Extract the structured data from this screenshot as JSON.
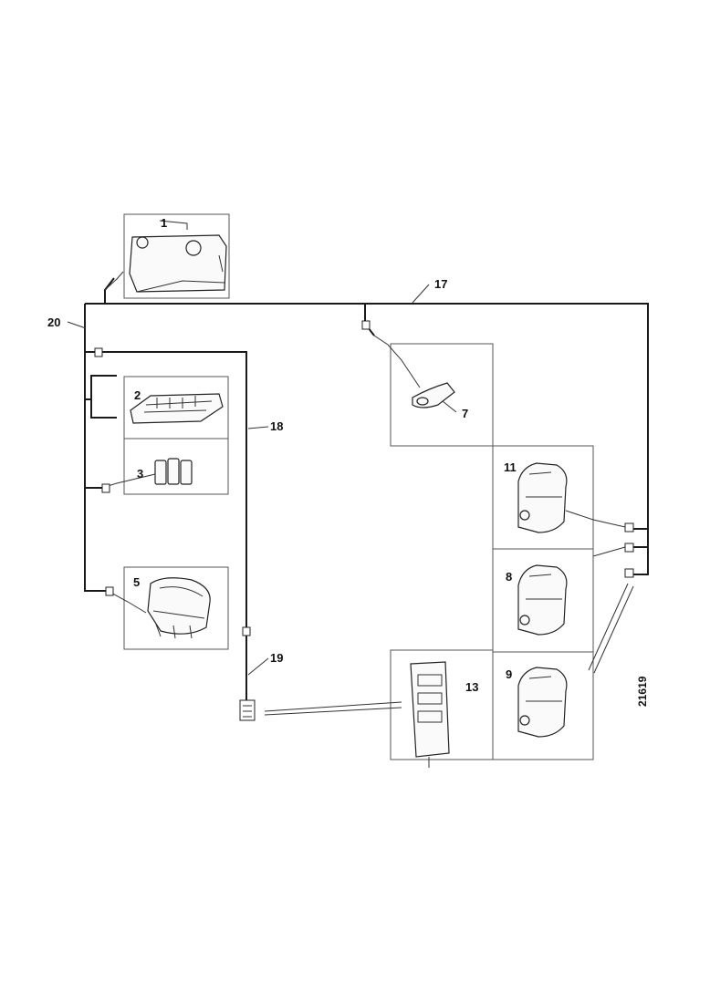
{
  "diagram": {
    "callouts": {
      "c1": "1",
      "c2": "2",
      "c3": "3",
      "c5": "5",
      "c7": "7",
      "c8": "8",
      "c9": "9",
      "c11": "11",
      "c13": "13",
      "c17": "17",
      "c18": "18",
      "c19": "19",
      "c20": "20"
    },
    "reference_number": "21619"
  }
}
